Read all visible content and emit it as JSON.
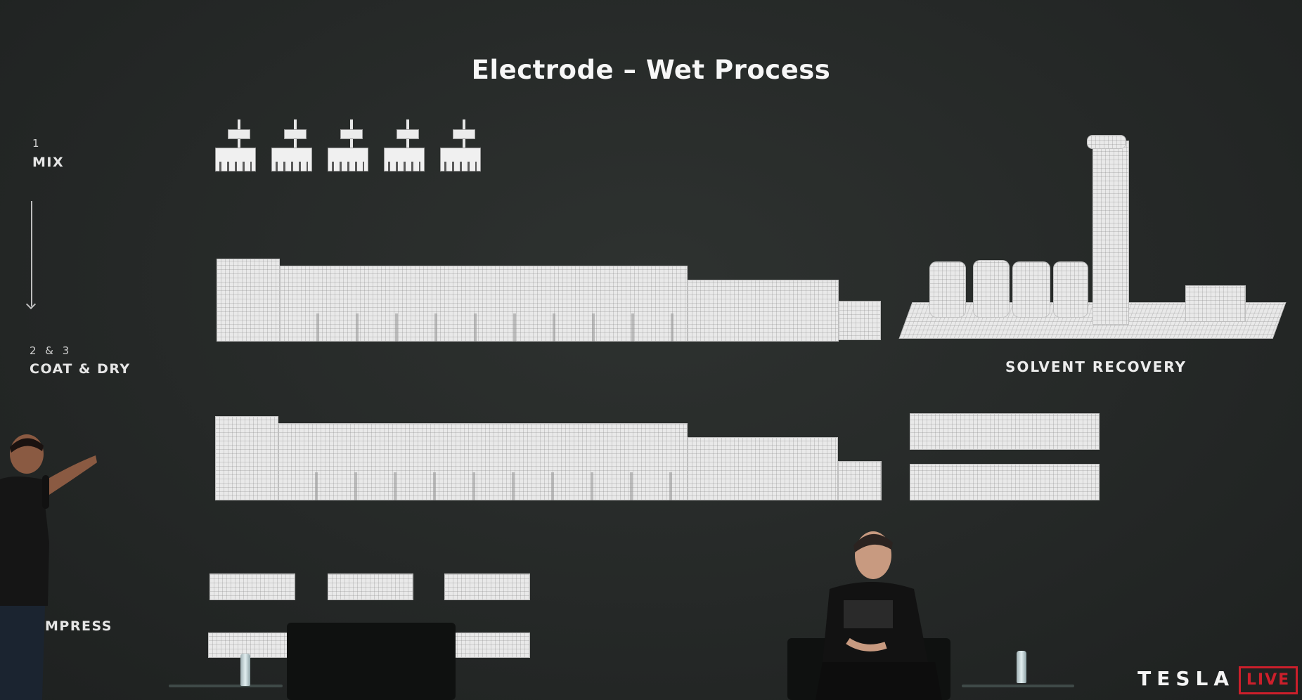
{
  "slide": {
    "title": "Electrode – Wet Process",
    "steps": [
      {
        "number": "1",
        "label": "MIX"
      },
      {
        "number": "2 & 3",
        "label": "COAT & DRY"
      },
      {
        "number": "",
        "label": "MPRESS"
      }
    ],
    "solvent_recovery_label": "SOLVENT RECOVERY"
  },
  "overlay": {
    "brand": "TESLA",
    "live_badge": "LIVE"
  },
  "colors": {
    "screen_bg": "#252827",
    "machine_fill": "#e9e9e9",
    "live_red": "#cc1f2b"
  }
}
